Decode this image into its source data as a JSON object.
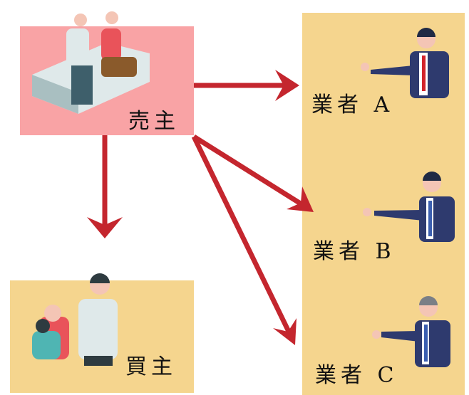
{
  "seller": {
    "label": "売主"
  },
  "buyer": {
    "label": "買主"
  },
  "dealers": [
    {
      "label": "業者 A"
    },
    {
      "label": "業者 B"
    },
    {
      "label": "業者 C"
    }
  ],
  "colors": {
    "seller_bg": "#f9a3a5",
    "yellow_bg": "#f5d58e",
    "arrow": "#c4262e"
  }
}
